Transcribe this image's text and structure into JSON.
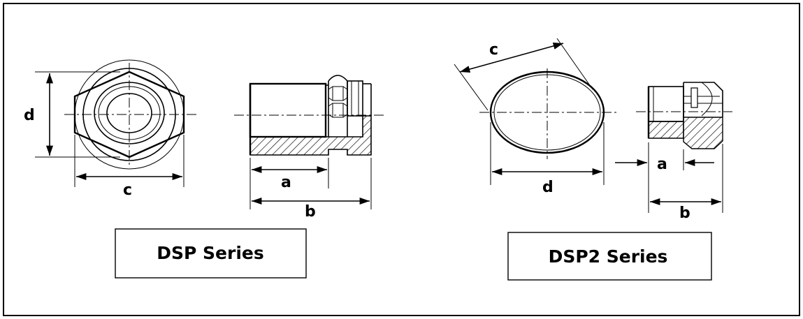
{
  "labels": {
    "dsp_d": "d",
    "dsp_c": "c",
    "dsp_a": "a",
    "dsp_b": "b",
    "dsp2_c": "c",
    "dsp2_d": "d",
    "dsp2_a": "a",
    "dsp2_b": "b"
  },
  "series": {
    "dsp": "DSP Series",
    "dsp2": "DSP2 Series"
  }
}
